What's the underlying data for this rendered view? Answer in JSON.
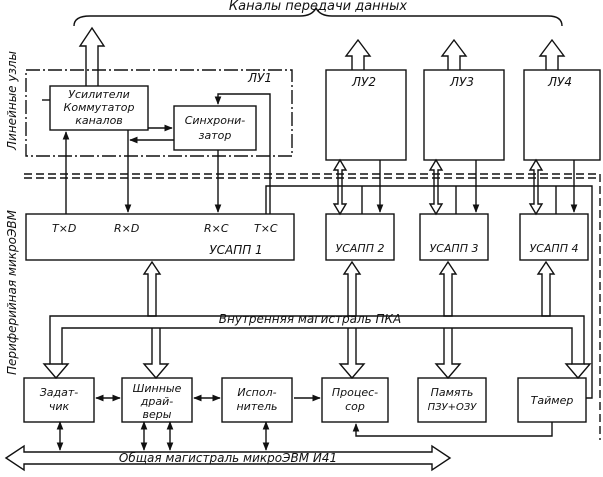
{
  "header": {
    "channels": "Каналы передачи данных"
  },
  "side": {
    "line_nodes": "Линейные узлы",
    "peripheral": "Периферийная микроЭВМ"
  },
  "lu": {
    "lu1": "ЛУ1",
    "lu2": "ЛУ2",
    "lu3": "ЛУ3",
    "lu4": "ЛУ4",
    "amplifiers": [
      "Усилители",
      "Коммутатор",
      "каналов"
    ],
    "sync": [
      "Синхрони-",
      "затор"
    ]
  },
  "usapp": {
    "u1": "УСАПП 1",
    "u2": "УСАПП 2",
    "u3": "УСАПП 3",
    "u4": "УСАПП 4",
    "signals": [
      "T×D",
      "R×D",
      "R×C",
      "T×C"
    ]
  },
  "internal_bus": "Внутренняя магистраль ПКА",
  "blocks": {
    "zadatchik": [
      "Задат-",
      "чик"
    ],
    "drivers": [
      "Шинные",
      "драй-",
      "веры"
    ],
    "executor": [
      "Испол-",
      "нитель"
    ],
    "processor": [
      "Процес-",
      "сор"
    ],
    "memory": [
      "Память",
      "ПЗУ+ОЗУ"
    ],
    "timer": "Таймер"
  },
  "common_bus": "Общая магистраль микроЭВМ И41"
}
